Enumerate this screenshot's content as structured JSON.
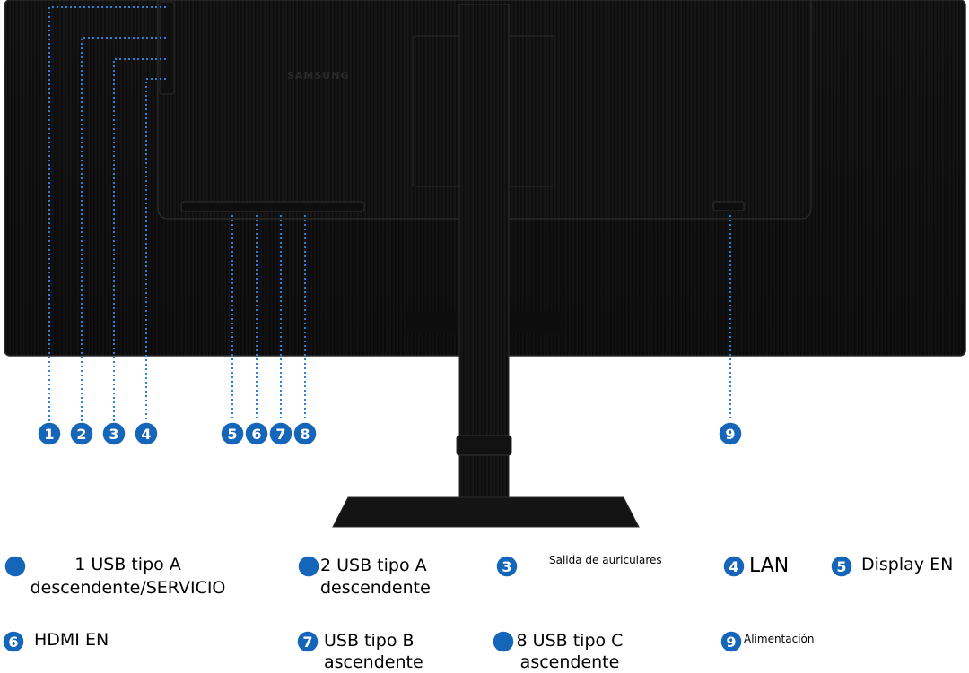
{
  "brand": {
    "logo_text": "SAMSUNG"
  },
  "colors": {
    "accent": "#1565b8",
    "monitor": "#151515",
    "background": "#ffffff"
  },
  "callouts": [
    "1",
    "2",
    "3",
    "4",
    "5",
    "6",
    "7",
    "8",
    "9"
  ],
  "legend": [
    {
      "num": "1",
      "label_line1": "1 USB tipo A",
      "label_line2": "descendente/SERVICIO"
    },
    {
      "num": "2",
      "label_line1": "2 USB tipo A",
      "label_line2": "descendente"
    },
    {
      "num": "3",
      "label_line1": "Salida de auriculares"
    },
    {
      "num": "4",
      "label_line1": "LAN"
    },
    {
      "num": "5",
      "label_line1": "Display EN"
    },
    {
      "num": "6",
      "label_line1": "HDMI EN"
    },
    {
      "num": "7",
      "label_line1": "USB tipo B",
      "label_line2": "ascendente"
    },
    {
      "num": "8",
      "label_line1": "8 USB tipo C",
      "label_line2": "ascendente"
    },
    {
      "num": "9",
      "label_line1": "Alimentación"
    }
  ]
}
